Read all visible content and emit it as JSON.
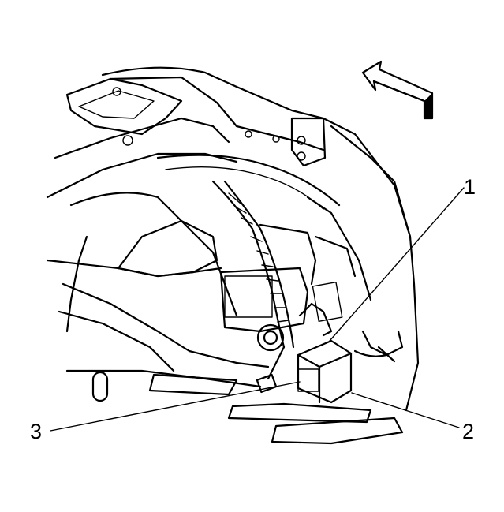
{
  "callouts": [
    {
      "id": "1",
      "label": "1"
    },
    {
      "id": "2",
      "label": "2"
    },
    {
      "id": "3",
      "label": "3"
    }
  ],
  "colors": {
    "line": "#000000",
    "background": "#ffffff"
  },
  "icons": {
    "direction": "front-direction-arrow-icon"
  }
}
